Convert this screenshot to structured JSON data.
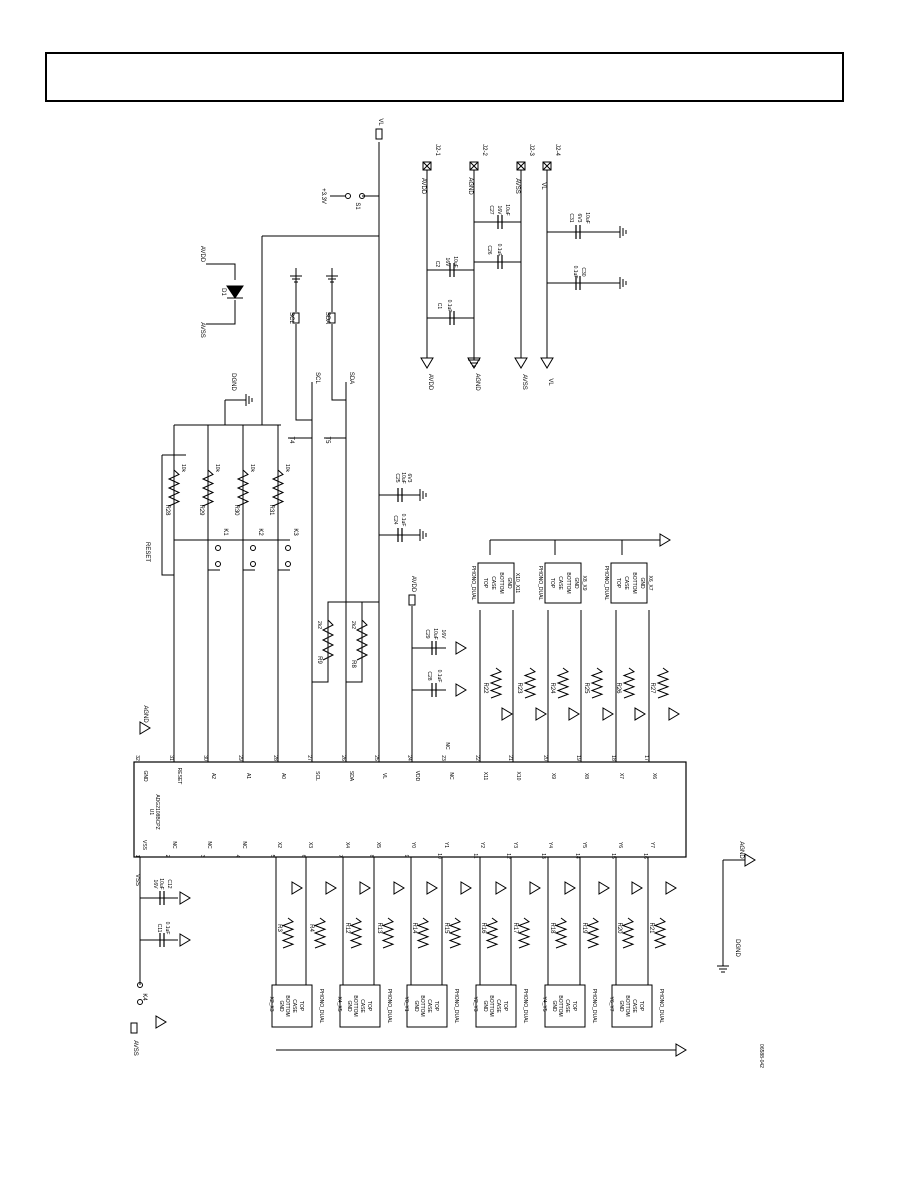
{
  "header": {
    "title": ""
  },
  "figure_id": "06588-042",
  "ic": {
    "ref": "U1",
    "part": "ADG2108BCPZ",
    "pins_left": [
      {
        "num": "1",
        "name": "VSS"
      },
      {
        "num": "2",
        "name": "NC"
      },
      {
        "num": "3",
        "name": "NC"
      },
      {
        "num": "4",
        "name": "NC"
      },
      {
        "num": "5",
        "name": "X2"
      },
      {
        "num": "6",
        "name": "X3"
      },
      {
        "num": "7",
        "name": "X4"
      },
      {
        "num": "8",
        "name": "X5"
      },
      {
        "num": "9",
        "name": "Y0"
      },
      {
        "num": "10",
        "name": "Y1"
      },
      {
        "num": "11",
        "name": "Y2"
      },
      {
        "num": "12",
        "name": "Y3"
      },
      {
        "num": "13",
        "name": "Y4"
      },
      {
        "num": "14",
        "name": "Y5"
      },
      {
        "num": "15",
        "name": "Y6"
      },
      {
        "num": "16",
        "name": "Y7"
      }
    ],
    "pins_right": [
      {
        "num": "32",
        "name": "GND"
      },
      {
        "num": "31",
        "name": "RESET"
      },
      {
        "num": "30",
        "name": "A2"
      },
      {
        "num": "29",
        "name": "A1"
      },
      {
        "num": "28",
        "name": "A0"
      },
      {
        "num": "27",
        "name": "SCL"
      },
      {
        "num": "26",
        "name": "SDA"
      },
      {
        "num": "25",
        "name": "VL"
      },
      {
        "num": "24",
        "name": "VDD"
      },
      {
        "num": "23",
        "name": "NC"
      },
      {
        "num": "22",
        "name": "X11"
      },
      {
        "num": "21",
        "name": "X10"
      },
      {
        "num": "20",
        "name": "X9"
      },
      {
        "num": "19",
        "name": "X8"
      },
      {
        "num": "18",
        "name": "X7"
      },
      {
        "num": "17",
        "name": "X6"
      }
    ]
  },
  "links": [
    {
      "ref": "J2-1",
      "net": "AVDD"
    },
    {
      "ref": "J2-2",
      "net": "AGND"
    },
    {
      "ref": "J2-3",
      "net": "AVSS"
    },
    {
      "ref": "J2-4",
      "net": "VL"
    }
  ],
  "net_labels": {
    "vl": "VL",
    "avdd": "AVDD",
    "avss": "AVSS",
    "agnd": "AGND",
    "dgnd": "DGND",
    "v33": "+3.3V",
    "scl": "SCL",
    "sda": "SDA",
    "reset": "RESET",
    "nc": "NC"
  },
  "components": {
    "d1": "D1",
    "s1": "S1",
    "k1": "K1",
    "k2": "K2",
    "k3": "K3",
    "k4": "K4",
    "t4": "T4",
    "t5": "T5",
    "r28": "R28",
    "r29": "R29",
    "r30": "R30",
    "r31": "R31",
    "r9": "R9",
    "r8": "R8",
    "val_10k": "10k",
    "val_2k2": "2k2",
    "c1": "C1",
    "c1_val": "0.1uF",
    "c2": "C2",
    "c2_val": "10uF",
    "c2_v": "16V",
    "c26": "C26",
    "c26_val": "0.1uF",
    "c27": "C27",
    "c27_val": "10uF",
    "c27_v": "16V",
    "c30": "C30",
    "c30_val": "0.1uF",
    "c31": "C31",
    "c31_val": "10uF",
    "c31_v": "6V3",
    "c24": "C24",
    "c24_val": "0.1uF",
    "c25": "C25",
    "c25_val": "10uF",
    "c25_v": "6V3",
    "c28": "C28",
    "c28_val": "0.1uF",
    "c29": "C29",
    "c29_val": "10uF",
    "c29_v": "16V",
    "c11": "C11",
    "c11_val": "0.1uF",
    "c12": "C12",
    "c12_val": "10uF",
    "c12_v": "16V"
  },
  "phono_top": [
    {
      "ref": "X10_X11",
      "rl": "R22",
      "rr": "R23"
    },
    {
      "ref": "X8_X9",
      "rl": "R24",
      "rr": "R25"
    },
    {
      "ref": "X6_X7",
      "rl": "R26",
      "rr": "R27"
    }
  ],
  "phono_bottom": [
    {
      "ref": "X2_X3",
      "rl": "R3",
      "rr": "R4"
    },
    {
      "ref": "X4_X5",
      "rl": "R12",
      "rr": "R13"
    },
    {
      "ref": "Y0_Y1",
      "rl": "R14",
      "rr": "R15"
    },
    {
      "ref": "Y2_Y3",
      "rl": "R16",
      "rr": "R17"
    },
    {
      "ref": "Y4_Y5",
      "rl": "R18",
      "rr": "R19"
    },
    {
      "ref": "Y6_Y7",
      "rl": "R20",
      "rr": "R21"
    }
  ],
  "phono_text": {
    "type": "PHONO_DUAL",
    "gnd": "GND",
    "bottom": "BOTTOM",
    "case": "CASE",
    "top": "TOP"
  }
}
